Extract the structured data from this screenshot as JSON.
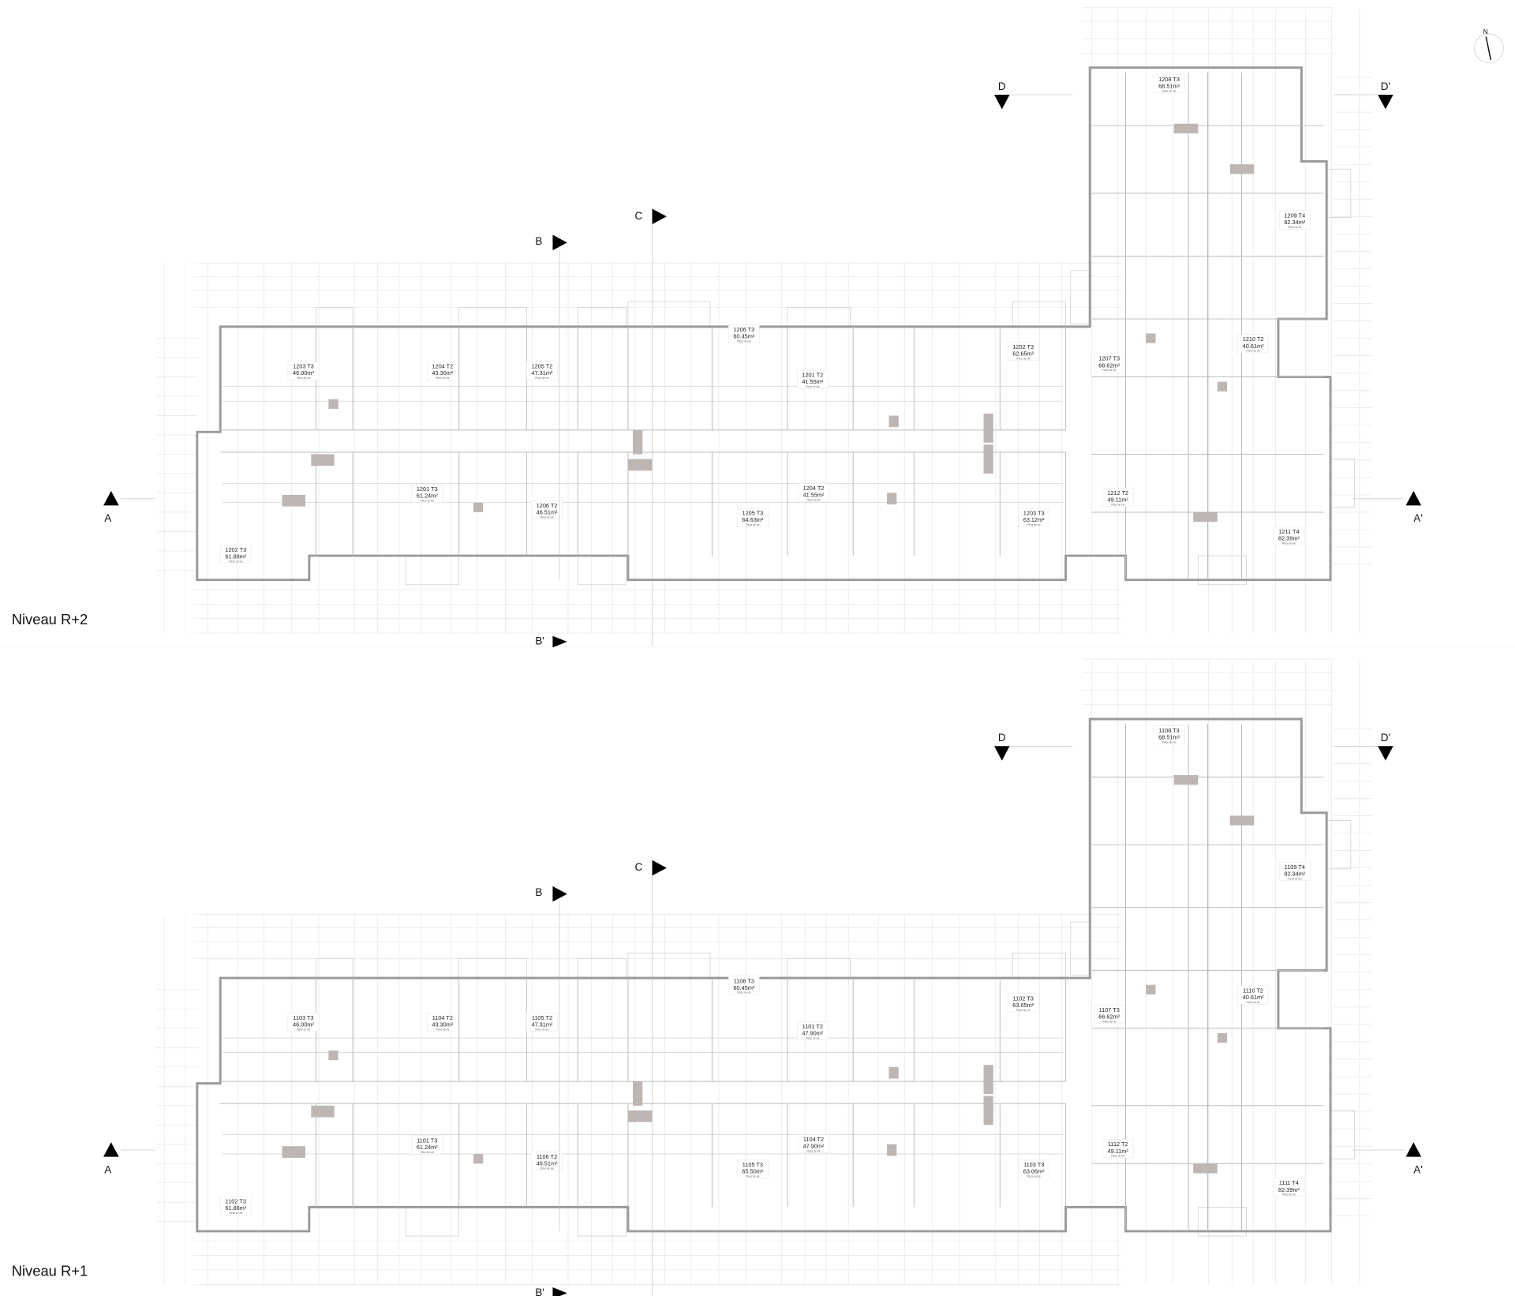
{
  "drawing": {
    "compass_label": "N",
    "area_unit": "m²",
    "living_room_label": "Pièce de vie",
    "colors": {
      "wall": "#9a9a9a",
      "grid": "#e2e2e2",
      "fixture": "#bdb6b2",
      "text": "#111111"
    }
  },
  "levels": [
    {
      "title": "Niveau R+2",
      "sections": {
        "A": "A",
        "A_prime": "A'",
        "B": "B",
        "B_prime": "B'",
        "C": "C",
        "D": "D",
        "D_prime": "D'"
      },
      "units": [
        {
          "number": "1203",
          "type": "T3",
          "area": "46.00"
        },
        {
          "number": "1204",
          "type": "T2",
          "area": "43.30"
        },
        {
          "number": "1205",
          "type": "T2",
          "area": "47.31"
        },
        {
          "number": "1201",
          "type": "T3",
          "area": "61.24"
        },
        {
          "number": "1206",
          "type": "T2",
          "area": "46.51"
        },
        {
          "number": "1202",
          "type": "T3",
          "area": "61.88"
        },
        {
          "number": "1206",
          "type": "T3",
          "area": "60.45"
        },
        {
          "number": "1201",
          "type": "T2",
          "area": "41.55"
        },
        {
          "number": "1202",
          "type": "T3",
          "area": "62.65"
        },
        {
          "number": "1205",
          "type": "T3",
          "area": "64.63"
        },
        {
          "number": "1204",
          "type": "T2",
          "area": "41.55"
        },
        {
          "number": "1203",
          "type": "T3",
          "area": "63.12"
        },
        {
          "number": "1208",
          "type": "T3",
          "area": "68.51"
        },
        {
          "number": "1209",
          "type": "T4",
          "area": "82.34"
        },
        {
          "number": "1207",
          "type": "T3",
          "area": "66.62"
        },
        {
          "number": "1210",
          "type": "T2",
          "area": "40.61"
        },
        {
          "number": "1212",
          "type": "T2",
          "area": "49.11"
        },
        {
          "number": "1211",
          "type": "T4",
          "area": "82.39"
        }
      ]
    },
    {
      "title": "Niveau R+1",
      "sections": {
        "A": "A",
        "A_prime": "A'",
        "B": "B",
        "B_prime": "B'",
        "C": "C",
        "D": "D",
        "D_prime": "D'"
      },
      "units": [
        {
          "number": "1103",
          "type": "T3",
          "area": "46.00"
        },
        {
          "number": "1104",
          "type": "T2",
          "area": "43.30"
        },
        {
          "number": "1105",
          "type": "T2",
          "area": "47.31"
        },
        {
          "number": "1101",
          "type": "T3",
          "area": "61.24"
        },
        {
          "number": "1106",
          "type": "T2",
          "area": "46.51"
        },
        {
          "number": "1102",
          "type": "T3",
          "area": "61.88"
        },
        {
          "number": "1106",
          "type": "T3",
          "area": "60.45"
        },
        {
          "number": "1101",
          "type": "T2",
          "area": "47.90"
        },
        {
          "number": "1102",
          "type": "T3",
          "area": "63.65"
        },
        {
          "number": "1105",
          "type": "T3",
          "area": "65.50"
        },
        {
          "number": "1104",
          "type": "T2",
          "area": "47.90"
        },
        {
          "number": "1103",
          "type": "T3",
          "area": "63.06"
        },
        {
          "number": "1108",
          "type": "T3",
          "area": "68.51"
        },
        {
          "number": "1109",
          "type": "T4",
          "area": "82.34"
        },
        {
          "number": "1107",
          "type": "T3",
          "area": "66.62"
        },
        {
          "number": "1110",
          "type": "T2",
          "area": "40.61"
        },
        {
          "number": "1112",
          "type": "T2",
          "area": "49.11"
        },
        {
          "number": "1111",
          "type": "T4",
          "area": "82.39"
        }
      ]
    }
  ]
}
